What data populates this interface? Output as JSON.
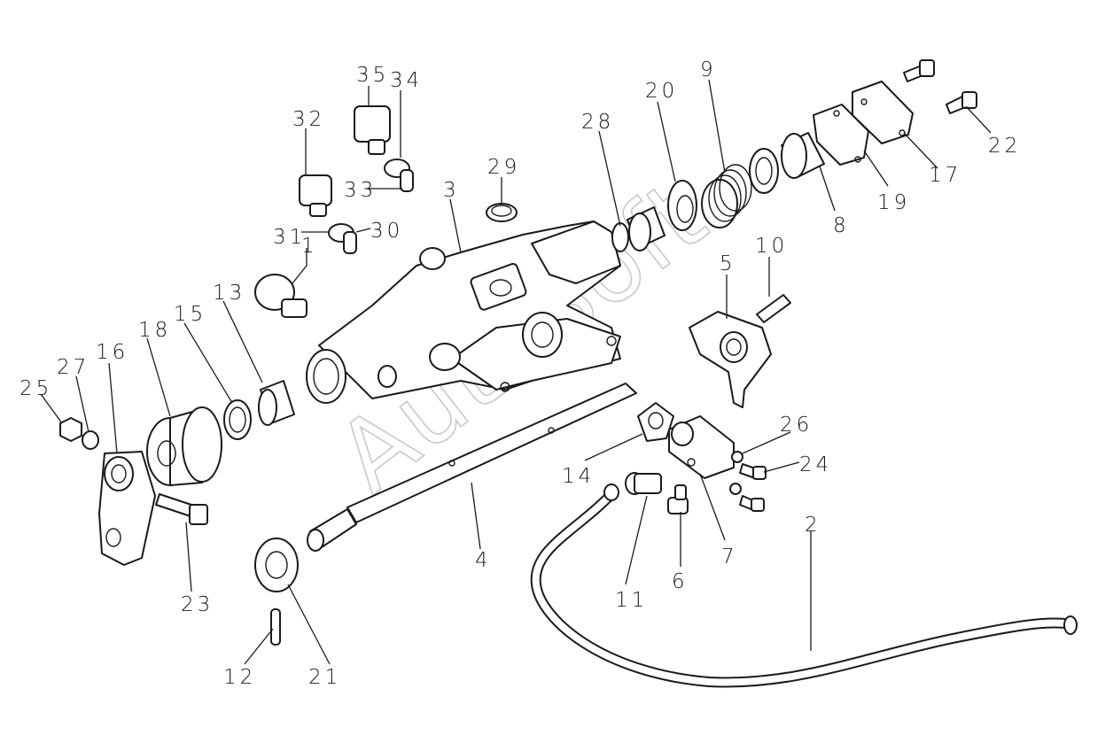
{
  "diagram": {
    "watermark": "AutoSoft",
    "part_numbers": [
      "1",
      "2",
      "3",
      "4",
      "5",
      "6",
      "7",
      "8",
      "9",
      "10",
      "11",
      "12",
      "13",
      "14",
      "15",
      "16",
      "17",
      "18",
      "19",
      "20",
      "21",
      "22",
      "23",
      "24",
      "25",
      "26",
      "27",
      "28",
      "29",
      "30",
      "31",
      "32",
      "33",
      "34",
      "35"
    ]
  },
  "colors": {
    "ink": "#1a1a1a",
    "background": "#ffffff",
    "watermark": "#c9c9c9"
  }
}
